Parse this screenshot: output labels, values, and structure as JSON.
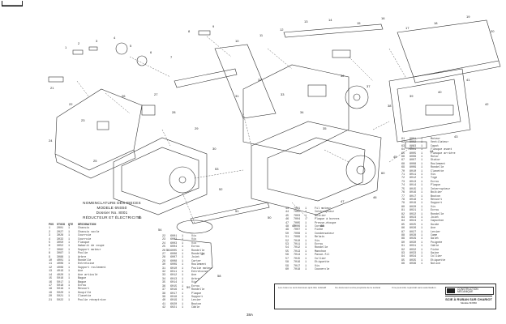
{
  "corner_tag": "████████",
  "title_block": {
    "line1": "NOMENCLATURE DES PIECES",
    "line2": "MODELE 6NS50",
    "line3": "Dossier No. 8001",
    "line4": "RÉDUCTEUR ET ÉLECTRICITÉ",
    "headers": [
      "POS",
      "STOCK",
      "QTE",
      "DÉSIGNATION"
    ]
  },
  "parts_left": [
    [
      "1",
      "2001",
      "1",
      "Chassis"
    ],
    [
      "2",
      "2027",
      "1",
      "Chassis socle"
    ],
    [
      "3",
      "3028",
      "1",
      "Courroie"
    ],
    [
      "4",
      "3033",
      "1",
      "Courroie"
    ],
    [
      "5",
      "3050",
      "1",
      "Flasque"
    ],
    [
      "6",
      "3052",
      "1",
      "Gabarit de coupe"
    ],
    [
      "7",
      "3082",
      "1",
      "Support moteur"
    ],
    [
      "8",
      "3087",
      "1",
      "Poulie"
    ],
    [
      "9",
      "3088",
      "1",
      "Arbre"
    ],
    [
      "10",
      "4001",
      "1",
      "Rondelle"
    ],
    [
      "11",
      "4006",
      "1",
      "Entretoise"
    ],
    [
      "12",
      "4008",
      "1",
      "Support roulement"
    ],
    [
      "13",
      "4019",
      "1",
      "Axe"
    ],
    [
      "14",
      "4020",
      "1",
      "Axe articulé"
    ],
    [
      "15",
      "5016",
      "1",
      "Bague"
    ],
    [
      "16",
      "5017",
      "1",
      "Bague"
    ],
    [
      "17",
      "5018",
      "1",
      "Ecrou"
    ],
    [
      "18",
      "5019",
      "1",
      "Ressort"
    ],
    [
      "19",
      "5020",
      "1",
      "Goupille"
    ],
    [
      "20",
      "5021",
      "1",
      "Clavette"
    ],
    [
      "21",
      "5022",
      "1",
      "Poulie réceptrice"
    ]
  ],
  "parts_mid": [
    [
      "22",
      "6001",
      "1",
      "Vis"
    ],
    [
      "23",
      "6002",
      "1",
      "Vis"
    ],
    [
      "24",
      "6003",
      "1",
      "Vis"
    ],
    [
      "25",
      "6004",
      "1",
      "Ecrou"
    ],
    [
      "26",
      "6005",
      "1",
      "Rondelle"
    ],
    [
      "27",
      "6006",
      "1",
      "Rondelle"
    ],
    [
      "28",
      "6007",
      "1",
      "Joint"
    ],
    [
      "29",
      "6008",
      "1",
      "Carter"
    ],
    [
      "30",
      "6009",
      "1",
      "Roulement"
    ],
    [
      "31",
      "6010",
      "1",
      "Poulie moteur"
    ],
    [
      "32",
      "6011",
      "1",
      "Entretoise"
    ],
    [
      "33",
      "6012",
      "1",
      "Axe"
    ],
    [
      "34",
      "6013",
      "1",
      "Arbre"
    ],
    [
      "35",
      "6014",
      "1",
      "Vis"
    ],
    [
      "36",
      "6015",
      "1",
      "Ecrou"
    ],
    [
      "37",
      "6016",
      "1",
      "Rondelle"
    ],
    [
      "38",
      "6017",
      "1",
      "Plaque"
    ],
    [
      "39",
      "6018",
      "1",
      "Support"
    ],
    [
      "40",
      "6019",
      "1",
      "Levier"
    ],
    [
      "41",
      "6020",
      "1",
      "Bouton"
    ],
    [
      "42",
      "6021",
      "1",
      "Câble"
    ]
  ],
  "parts_center": [
    [
      "43",
      "7001",
      "1",
      "Fil moteur"
    ],
    [
      "44",
      "7002",
      "1",
      "Interrupteur"
    ],
    [
      "45",
      "7003",
      "1",
      "Boîtier"
    ],
    [
      "46",
      "7004",
      "1",
      "Plaque à bornes"
    ],
    [
      "47",
      "7005",
      "1",
      "Presse-étoupe"
    ],
    [
      "48",
      "7006",
      "1",
      "Cordon"
    ],
    [
      "49",
      "7007",
      "1",
      "Fiche"
    ],
    [
      "50",
      "7008",
      "1",
      "Condensateur"
    ],
    [
      "51",
      "7009",
      "1",
      "Relais"
    ],
    [
      "52",
      "7010",
      "1",
      "Vis"
    ],
    [
      "53",
      "7011",
      "1",
      "Ecrou"
    ],
    [
      "54",
      "7012",
      "1",
      "Rondelle"
    ],
    [
      "55",
      "7013",
      "1",
      "Manchon"
    ],
    [
      "56",
      "7014",
      "1",
      "Passe-fil"
    ],
    [
      "57",
      "7015",
      "1",
      "Collier"
    ],
    [
      "58",
      "7016",
      "1",
      "Etiquette"
    ],
    [
      "59",
      "7017",
      "1",
      "Vis"
    ],
    [
      "60",
      "7018",
      "1",
      "Couvercle"
    ]
  ],
  "parts_right": [
    [
      "61",
      "8001",
      "1",
      "Moteur"
    ],
    [
      "62",
      "8002",
      "1",
      "Ventilateur"
    ],
    [
      "63",
      "8003",
      "1",
      "Capot"
    ],
    [
      "64",
      "8004",
      "1",
      "Flasque avant"
    ],
    [
      "65",
      "8005",
      "1",
      "Flasque arrière"
    ],
    [
      "66",
      "8006",
      "1",
      "Rotor"
    ],
    [
      "67",
      "8007",
      "1",
      "Stator"
    ],
    [
      "68",
      "8008",
      "1",
      "Roulement"
    ],
    [
      "69",
      "8009",
      "1",
      "Rondelle"
    ],
    [
      "70",
      "8010",
      "1",
      "Clavette"
    ],
    [
      "71",
      "8011",
      "1",
      "Vis"
    ],
    [
      "72",
      "8012",
      "1",
      "Tige"
    ],
    [
      "73",
      "8013",
      "1",
      "Ecrou"
    ],
    [
      "74",
      "8014",
      "1",
      "Plaque"
    ],
    [
      "75",
      "8015",
      "1",
      "Interrupteur"
    ],
    [
      "76",
      "8016",
      "1",
      "Boîtier"
    ],
    [
      "77",
      "8017",
      "1",
      "Bouton"
    ],
    [
      "78",
      "8018",
      "1",
      "Ressort"
    ],
    [
      "79",
      "8019",
      "1",
      "Support"
    ],
    [
      "80",
      "8020",
      "1",
      "Vis"
    ],
    [
      "81",
      "8021",
      "1",
      "Ecrou"
    ],
    [
      "82",
      "8022",
      "1",
      "Rondelle"
    ],
    [
      "83",
      "8023",
      "1",
      "Joint"
    ],
    [
      "84",
      "8024",
      "1",
      "Capuchon"
    ],
    [
      "85",
      "8025",
      "1",
      "Guide"
    ],
    [
      "86",
      "8026",
      "1",
      "Axe"
    ],
    [
      "87",
      "8027",
      "1",
      "Levier"
    ],
    [
      "88",
      "8028",
      "1",
      "Came"
    ],
    [
      "89",
      "8029",
      "1",
      "Galet"
    ],
    [
      "90",
      "8030",
      "1",
      "Poignée"
    ],
    [
      "91",
      "8031",
      "1",
      "Câble"
    ],
    [
      "92",
      "8032",
      "1",
      "Fiche"
    ],
    [
      "93",
      "8033",
      "1",
      "Gaine"
    ],
    [
      "94",
      "8034",
      "1",
      "Collier"
    ],
    [
      "95",
      "8035",
      "1",
      "Etiquette"
    ],
    [
      "96",
      "8036",
      "1",
      "Notice"
    ]
  ],
  "stamp": {
    "note1": "Les cotes ne sont données qu'à titre indicatif",
    "note2": "Ce document est la propriété de la société",
    "note3": "Il ne peut être reproduit sans autorisation",
    "logo_text": "CONSTRUCTION MÉCANIQUE",
    "model": "SCIE À RUBAN SUR CHARIOT",
    "model_sub": "Modèle 6NS50"
  },
  "page_num": "38A",
  "callouts": [
    "1",
    "2",
    "3",
    "4",
    "5",
    "6",
    "7",
    "8",
    "9",
    "10",
    "11",
    "12",
    "13",
    "14",
    "15",
    "16",
    "17",
    "18",
    "19",
    "20",
    "21",
    "22",
    "23",
    "24",
    "25",
    "26",
    "27",
    "28",
    "29",
    "30",
    "31",
    "32",
    "33",
    "34",
    "35",
    "36",
    "37",
    "38",
    "39",
    "40",
    "41",
    "42",
    "43",
    "44",
    "45",
    "46",
    "47",
    "48",
    "49",
    "50",
    "51",
    "52",
    "53",
    "54",
    "55",
    "56",
    "57",
    "58",
    "59",
    "60"
  ]
}
